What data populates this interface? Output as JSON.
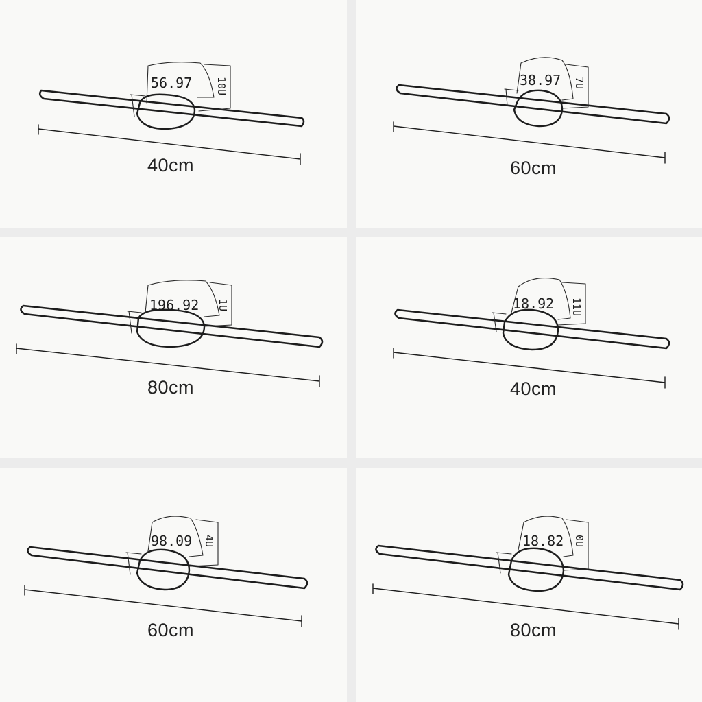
{
  "panels": [
    {
      "size_label": "40cm",
      "sketch_reading": "56.97",
      "side_mark": "10U"
    },
    {
      "size_label": "60cm",
      "sketch_reading": "38.97",
      "side_mark": "7U"
    },
    {
      "size_label": "80cm",
      "sketch_reading": "196.92",
      "side_mark": "1U"
    },
    {
      "size_label": "40cm",
      "sketch_reading": "18.92",
      "side_mark": "11U"
    },
    {
      "size_label": "60cm",
      "sketch_reading": "98.09",
      "side_mark": "4U"
    },
    {
      "size_label": "80cm",
      "sketch_reading": "18.82",
      "side_mark": "0U"
    }
  ],
  "colors": {
    "background": "#ececec",
    "panel": "#f9f9f7",
    "ink": "#1d1d1d"
  }
}
